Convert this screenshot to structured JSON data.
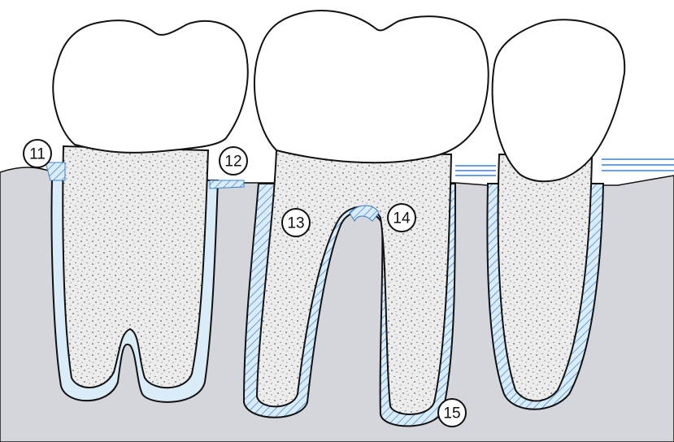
{
  "labels": {
    "l11": "11",
    "l12": "12",
    "l13": "13",
    "l14": "14",
    "l15": "15"
  },
  "colors": {
    "bone": "#d4d6db",
    "ligament": "#d9ecf7",
    "ligament_stroke": "#3a7fd0",
    "enamel": "#ffffff",
    "outline": "#111111",
    "root_fill": "#e8e8e8"
  },
  "icons": {
    "tooth_left": "molar-two-roots",
    "tooth_middle": "molar-two-roots",
    "tooth_right": "premolar-single-root"
  }
}
